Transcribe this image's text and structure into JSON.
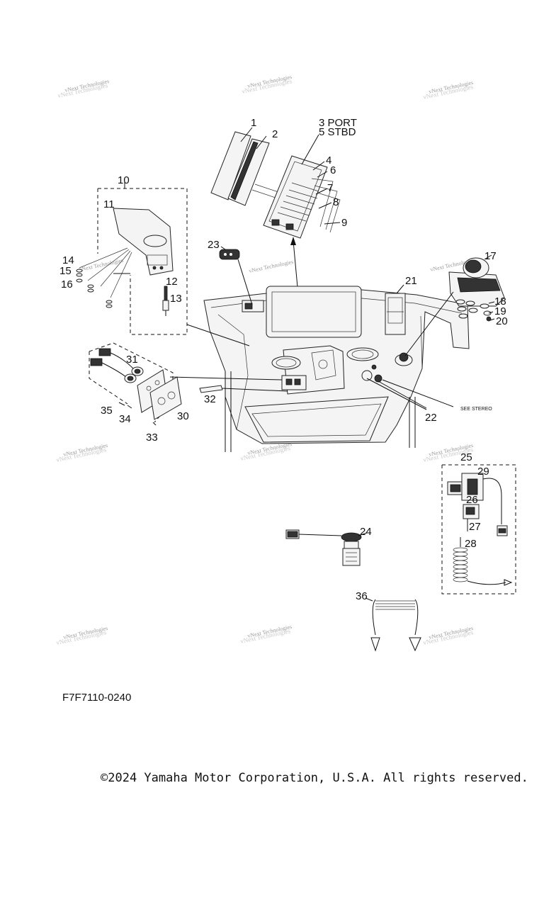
{
  "callouts": {
    "c1": "1",
    "c2": "2",
    "c3": "3 PORT",
    "c5": "5 STBD",
    "c4": "4",
    "c6": "6",
    "c7": "7",
    "c8": "8",
    "c9": "9",
    "c10": "10",
    "c11": "11",
    "c12": "12",
    "c13": "13",
    "c14": "14",
    "c15": "15",
    "c16": "16",
    "c17": "17",
    "c18": "18",
    "c19": "19",
    "c20": "20",
    "c21": "21",
    "c22": "22",
    "c23": "23",
    "c24": "24",
    "c25": "25",
    "c26": "26",
    "c27": "27",
    "c28": "28",
    "c29": "29",
    "c30": "30",
    "c31": "31",
    "c32": "32",
    "c33": "33",
    "c34": "34",
    "c35": "35",
    "c36": "36"
  },
  "see_stereo": "SEE STEREO",
  "watermark": "vNext Technologies",
  "drawing_code": "F7F7110-0240",
  "copyright": "©2024 Yamaha Motor Corporation, U.S.A. All rights reserved."
}
